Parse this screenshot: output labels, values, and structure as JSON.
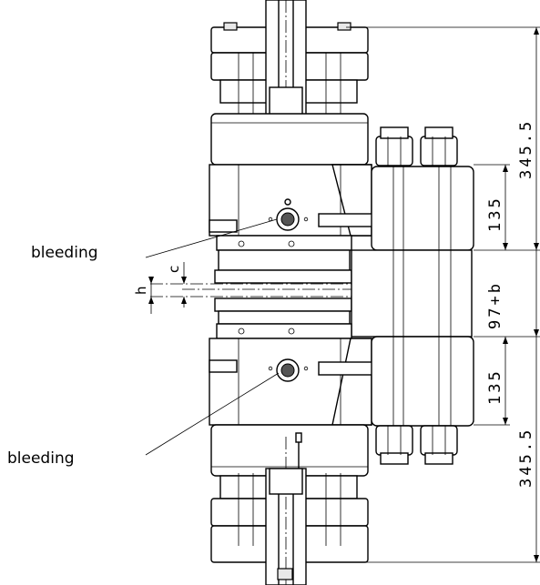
{
  "labels": {
    "bleeding_top": "bleeding",
    "bleeding_bottom": "bleeding",
    "c": "c",
    "h": "h"
  },
  "dimensions": {
    "top_overall": "345.5",
    "top_block": "135",
    "gap": "97+b",
    "bottom_block": "135",
    "bottom_overall": "345.5"
  }
}
